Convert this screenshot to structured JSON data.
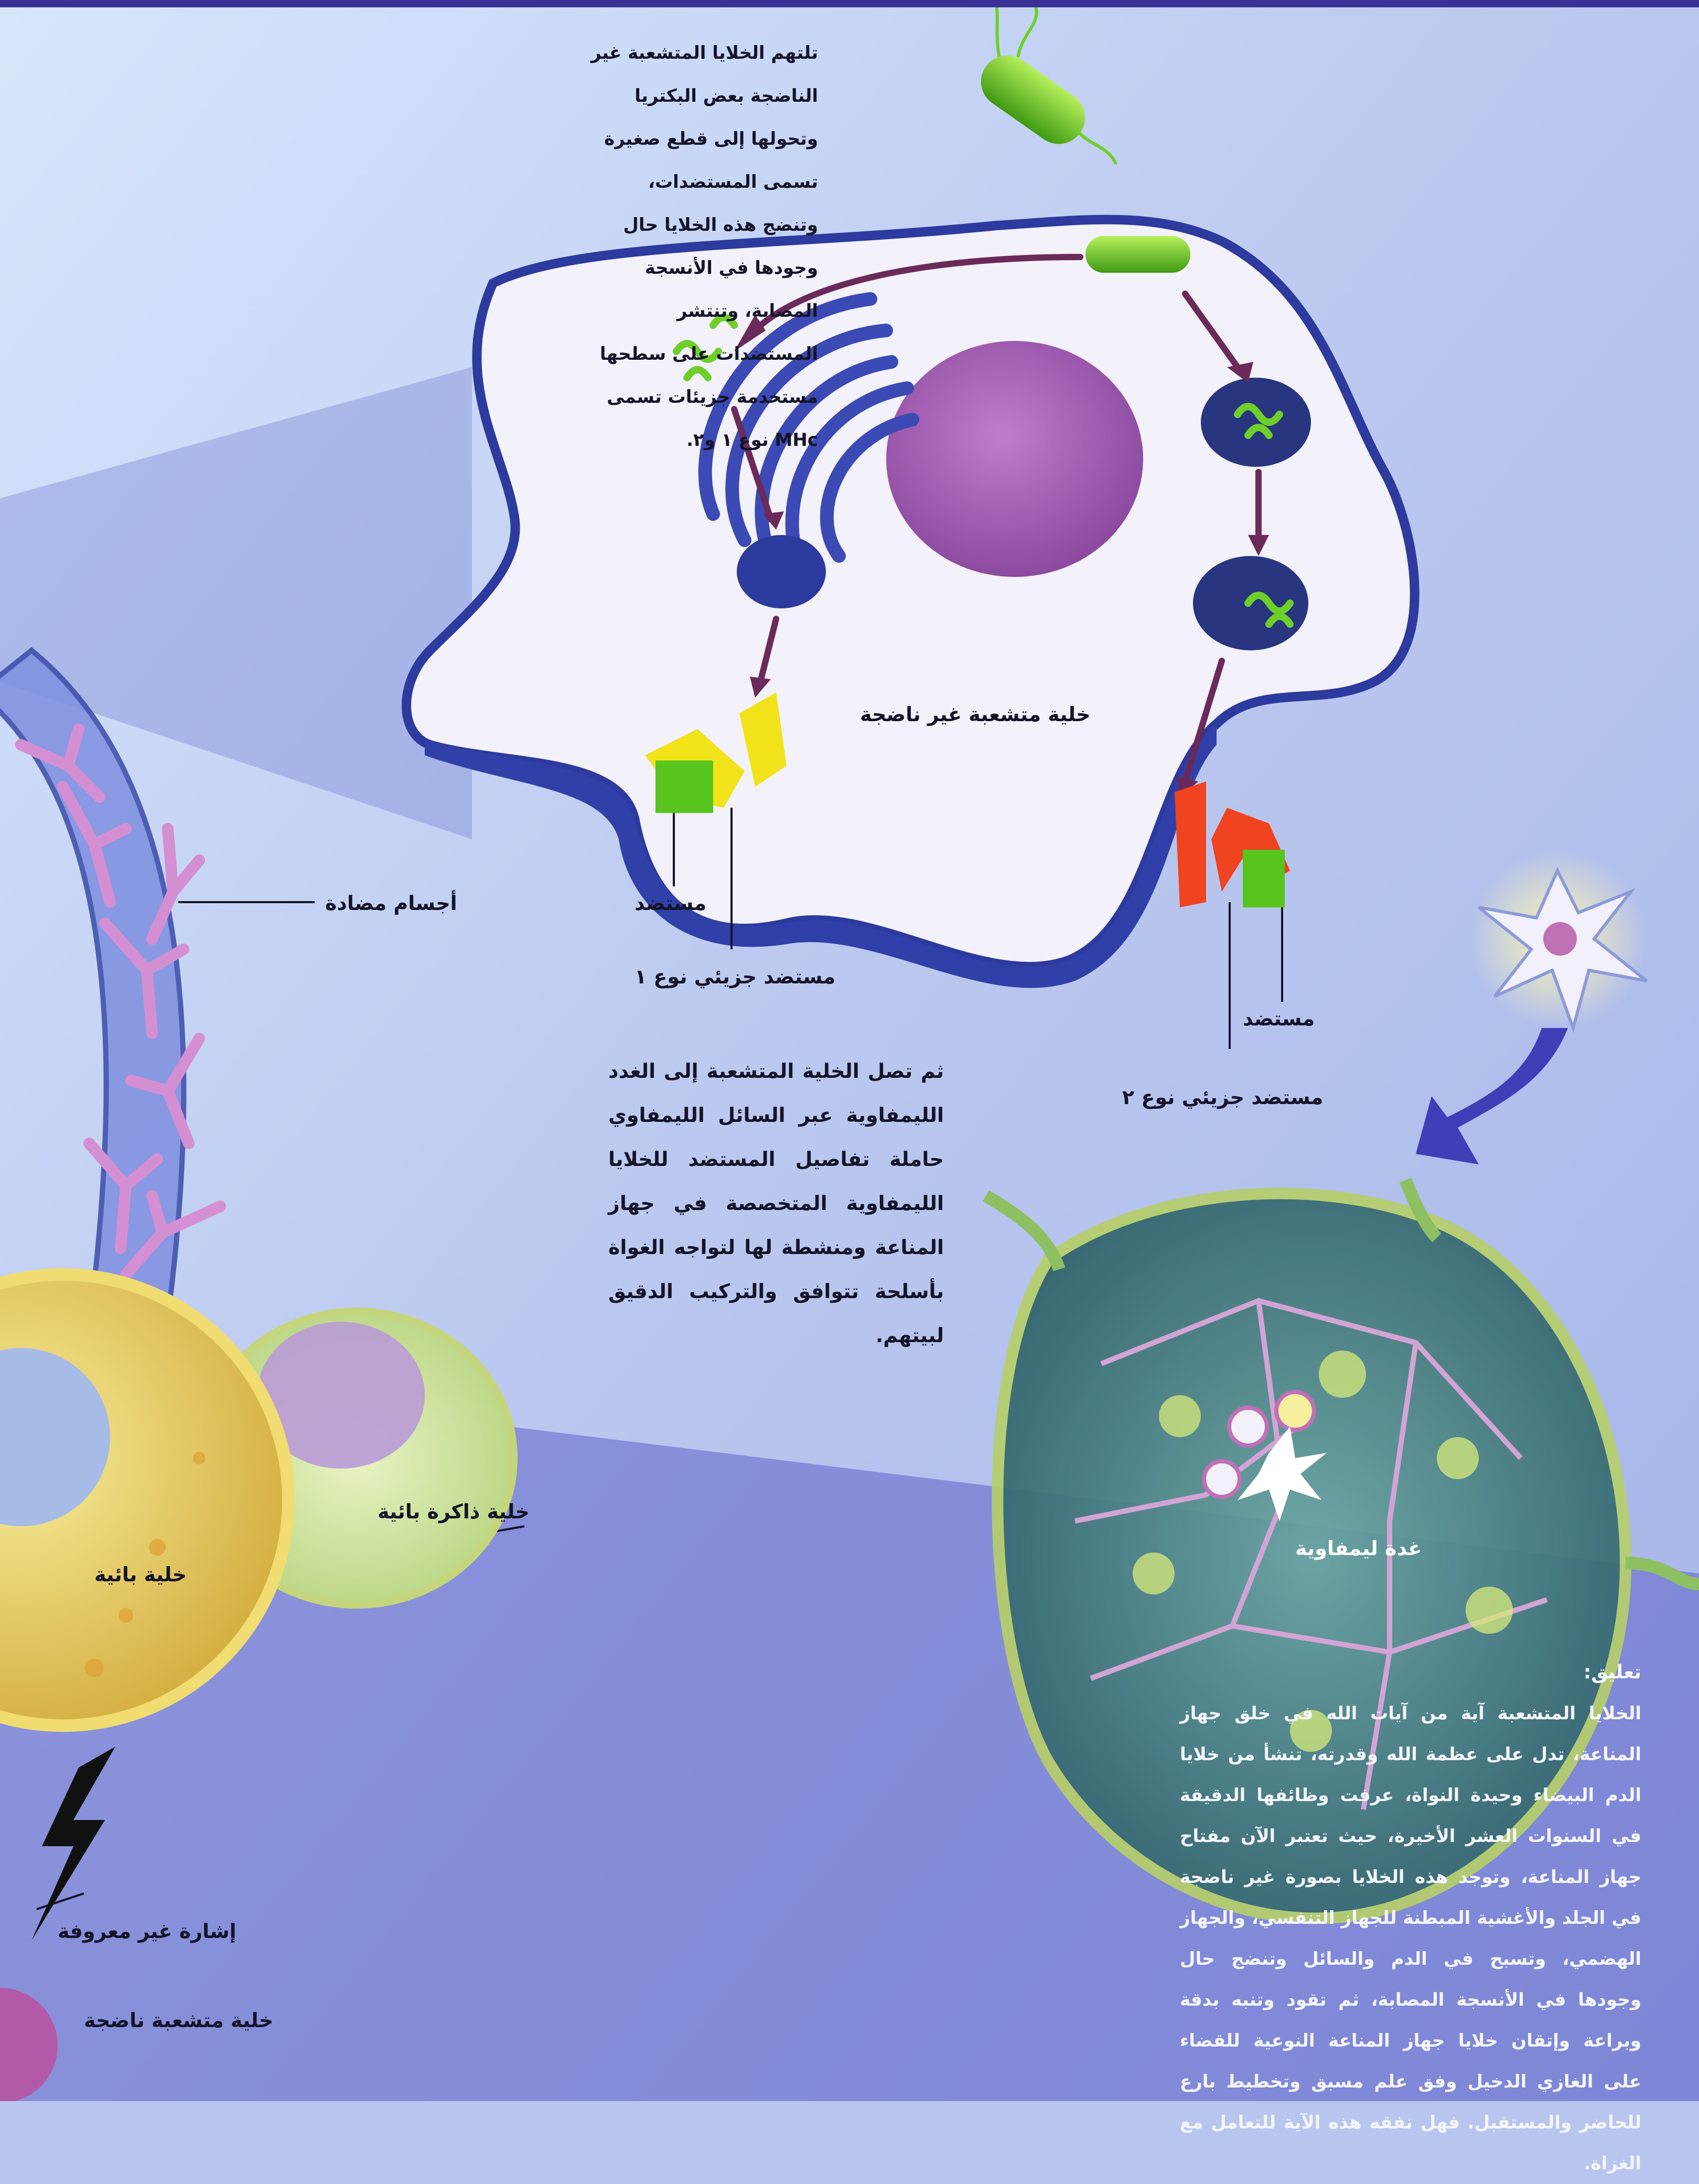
{
  "intro_text": "تلتهم الخلايا المتشعبة غير الناضجة بعض البكتريا وتحولها إلى قطع صغيرة تسمى المستضدات، وتنضج هذه الخلايا حال وجودها في الأنسجة المصابة، وتنتشر المستضدات على سطحها مستخدمة جزيئات تسمى MHc نوع ١ و٢.",
  "labels": {
    "immature_dendritic_cell": "خلية متشعبة غير ناضجة",
    "antibodies": "أجسام مضادة",
    "antigen_left": "مستضد",
    "antigen_right": "مستضد",
    "antigen_mhc1": "مستضد جزيئي نوع ١",
    "antigen_mhc2": "مستضد جزيئي نوع ٢",
    "memory_b_cell": "خلية ذاكرة بائية",
    "b_cell": "خلية بائية",
    "lymph_node": "غدة ليمفاوية",
    "unknown_signal": "إشارة غير معروفة",
    "mature_dendritic_cell": "خلية متشعبة ناضجة"
  },
  "middle_paragraph": "ثم تصل الخلية المتشعبة إلى الغدد الليمفاوية عبر السائل الليمفاوي حاملة تفاصيل المستضد للخلايا الليمفاوية المتخصصة في جهاز المناعة ومنشطة لها لتواجه الغواة بأسلحة تتوافق والتركيب الدقيق لبيتهم.",
  "comment": {
    "heading": "تعليق:",
    "body": "الخلايا المتشعبة آية من آيات الله في خلق جهاز المناعة، تدل على عظمة الله وقدرته، تنشأ من خلايا الدم البيضاء وحيدة النواة، عرفت وظائفها الدقيقة في السنوات العشر الأخيرة، حيث تعتبر الآن مفتاح جهاز المناعة، وتوجد هذه الخلايا بصورة غير ناضجة في الجلد والأغشية المبطنة للجهاز التنفسي، والجهاز الهضمي، وتسبح في الدم والسائل وتنضج حال وجودها في الأنسجة المصابة، ثم تقود وتنبه بدقة وبراعة وإتقان خلايا جهاز المناعة النوعية للقضاء على الغازي الدخيل وفق علم مسبق وتخطيط بارع للحاضر والمستقبل. فهل نفقه هذه الآية للتعامل مع الغزاة."
  },
  "colors": {
    "background": "#b8c6ef",
    "membrane": "#2d3a9e",
    "nucleus": "#a86ab4",
    "bacterium": "#5fc21e",
    "mhc1": "#f2e21a",
    "mhc2": "#f0431f",
    "antigen": "#58c41e",
    "antibody": "#d48fd2",
    "b_cell": "#e6cf62",
    "memory_b_cell": "#d6eba4",
    "lymph_node": "#4f8e86"
  }
}
